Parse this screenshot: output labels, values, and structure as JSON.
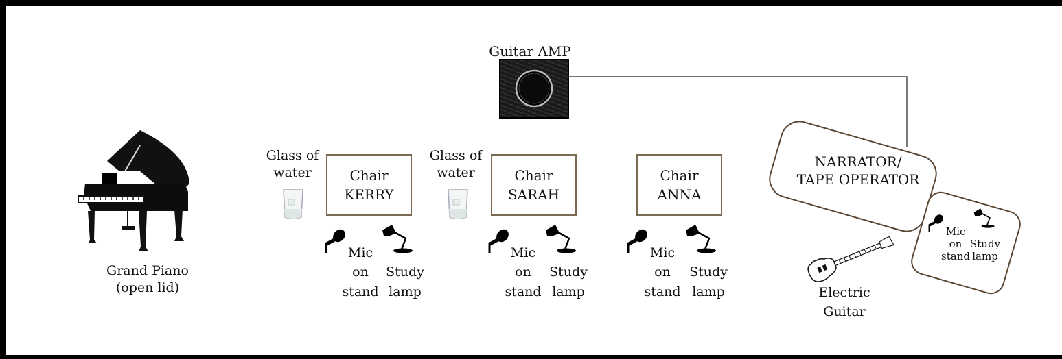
{
  "amp": {
    "label": "Guitar AMP"
  },
  "piano": {
    "line1": "Grand Piano",
    "line2": "(open lid)"
  },
  "stations": [
    {
      "glass": [
        "Glass of",
        "water"
      ],
      "chair": [
        "Chair",
        "KERRY"
      ],
      "mic": [
        "Mic",
        "on",
        "stand"
      ],
      "lamp": [
        "Study",
        "lamp"
      ]
    },
    {
      "glass": [
        "Glass of",
        "water"
      ],
      "chair": [
        "Chair",
        "SARAH"
      ],
      "mic": [
        "Mic",
        "on",
        "stand"
      ],
      "lamp": [
        "Study",
        "lamp"
      ]
    },
    {
      "chair": [
        "Chair",
        "ANNA"
      ],
      "mic": [
        "Mic",
        "on",
        "stand"
      ],
      "lamp": [
        "Study",
        "lamp"
      ]
    }
  ],
  "narrator": {
    "line1": "NARRATOR/",
    "line2": "TAPE OPERATOR"
  },
  "guitar": {
    "line1": "Electric",
    "line2": "Guitar"
  },
  "narrator_desk": {
    "mic": [
      "Mic",
      "on",
      "stand"
    ],
    "lamp": [
      "Study",
      "lamp"
    ]
  }
}
